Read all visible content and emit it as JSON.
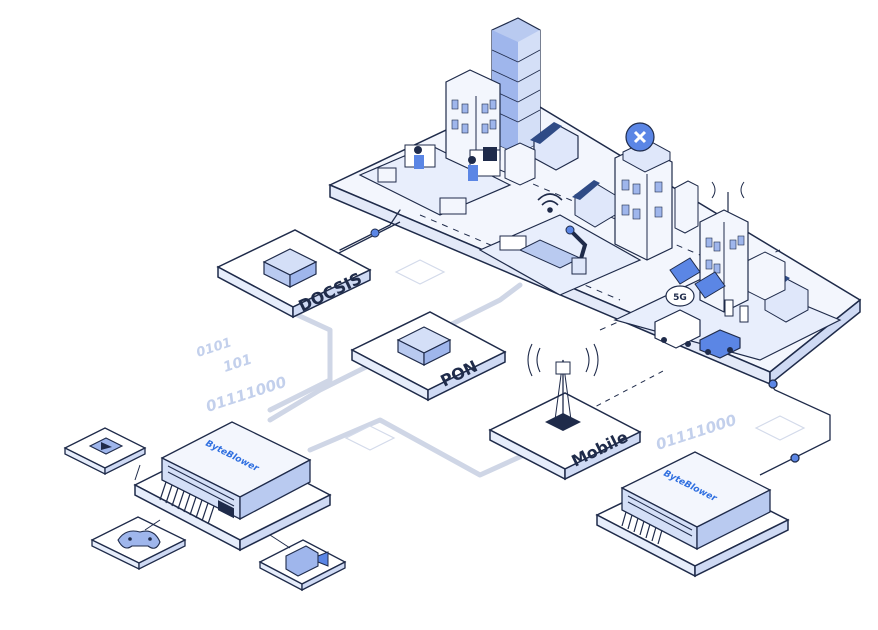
{
  "diagram": {
    "nodes": {
      "docsis": "DOCSIS",
      "pon": "PON",
      "mobile": "Mobile",
      "small_tag": "5G"
    },
    "devices": {
      "left_brand": "ByteBlower",
      "right_brand": "ByteBlower"
    },
    "binary_stream_left": [
      "0101",
      "101",
      "01111000"
    ],
    "binary_stream_right": "01111000"
  },
  "colors": {
    "outline": "#1f2b4a",
    "accent": "#5b86e5",
    "light_fill": "#e6edfb",
    "mid_fill": "#b9caf0",
    "cable": "#cfd6e6"
  },
  "icons": [
    "play-icon",
    "gamepad-icon",
    "video-camera-icon",
    "wifi-icon",
    "medical-cross-icon",
    "cell-tower-icon",
    "router-icon",
    "car-icon",
    "van-icon",
    "solar-panel-icon"
  ]
}
